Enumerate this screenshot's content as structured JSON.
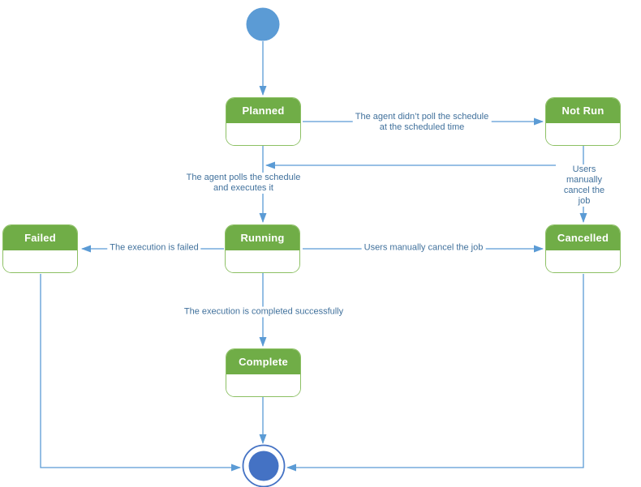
{
  "diagram_type": "job-execution-state-diagram",
  "colors": {
    "state_fill_green": "#70AD47",
    "state_border_green": "#8cc063",
    "state_title_text": "#ffffff",
    "connector_blue": "#5B9BD5",
    "label_text_blue": "#41719C",
    "initial_node_blue": "#5B9BD5",
    "final_node_blue": "#4472C4",
    "background": "#ffffff"
  },
  "nodes": {
    "initial": {
      "name": "initial-state"
    },
    "final": {
      "name": "final-state"
    }
  },
  "states": {
    "planned": {
      "label": "Planned"
    },
    "not_run": {
      "label": "Not Run"
    },
    "failed": {
      "label": "Failed"
    },
    "running": {
      "label": "Running"
    },
    "cancelled": {
      "label": "Cancelled"
    },
    "complete": {
      "label": "Complete"
    }
  },
  "transitions": {
    "planned_to_not_run": {
      "label": "The agent didn’t poll the schedule\nat the scheduled time"
    },
    "planned_to_running": {
      "label": "The agent polls the schedule\nand executes it"
    },
    "not_run_to_cancelled": {
      "label": "Users manually cancel the job"
    },
    "running_to_failed": {
      "label": "The execution is failed"
    },
    "running_to_cancelled": {
      "label": "Users manually cancel the job"
    },
    "running_to_complete": {
      "label": "The execution is completed successfully"
    }
  }
}
